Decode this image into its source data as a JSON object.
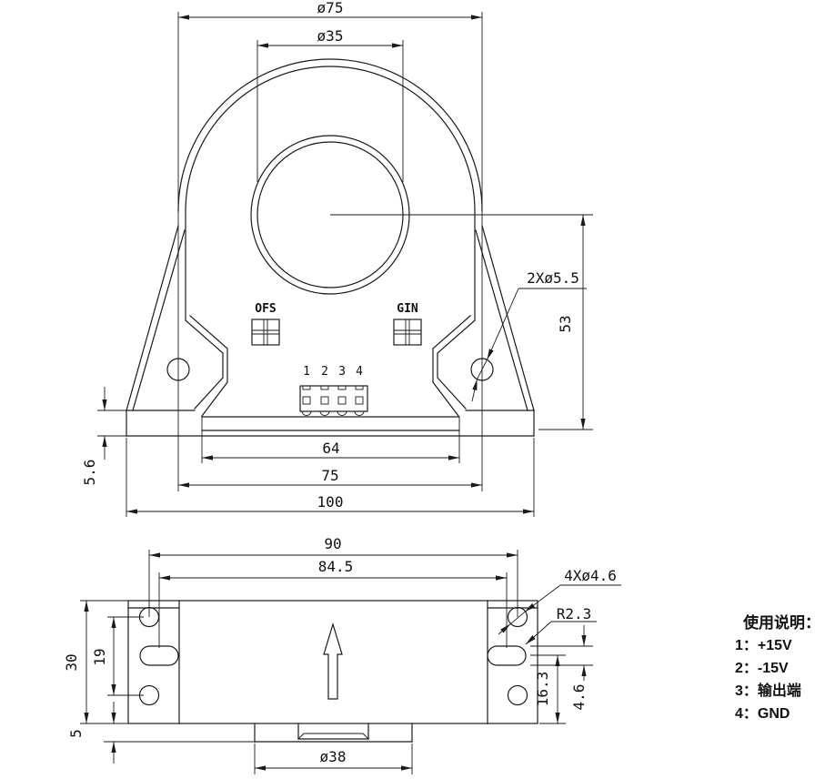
{
  "front_view": {
    "labels": {
      "outer_diameter": "ø75",
      "aperture_diameter": "ø35",
      "mount_holes": "2Xø5.5",
      "height_to_center": "53",
      "base_thickness": "5.6",
      "inner_base_width": "64",
      "hole_spacing": "75",
      "base_width": "100",
      "pot_left": "OFS",
      "pot_right": "GIN"
    },
    "pins": [
      "1",
      "2",
      "3",
      "4"
    ]
  },
  "side_view": {
    "labels": {
      "hole_spacing_h": "90",
      "slot_spacing": "84.5",
      "flange_holes": "4Xø4.6",
      "slot_radius": "R2.3",
      "body_height": "30",
      "hole_spacing_v": "19",
      "boss_depth": "5",
      "slot_to_bottom": "16.3",
      "slot_width": "4.6",
      "boss_diameter": "ø38"
    }
  },
  "notes": {
    "title": "使用说明：",
    "items": [
      "1：+15V",
      "2：-15V",
      "3：输出端",
      "4：GND"
    ]
  }
}
